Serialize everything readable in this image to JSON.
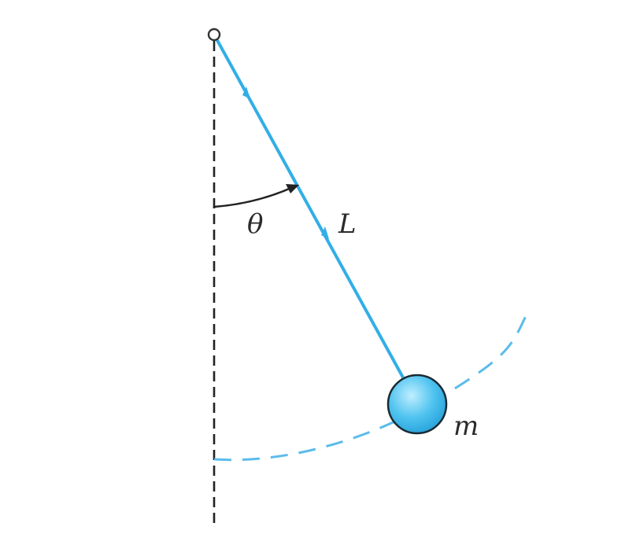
{
  "labels": {
    "angle": "θ",
    "length": "L",
    "mass": "m"
  },
  "colors": {
    "rod": "#33aee6",
    "bob_fill": "#4fc3ef",
    "bob_highlight": "#bfeeff",
    "bob_outline": "#1a2a33",
    "path": "#5bbcea",
    "axis": "#222222"
  },
  "icons": {
    "pivot": "pivot-ring-icon"
  }
}
